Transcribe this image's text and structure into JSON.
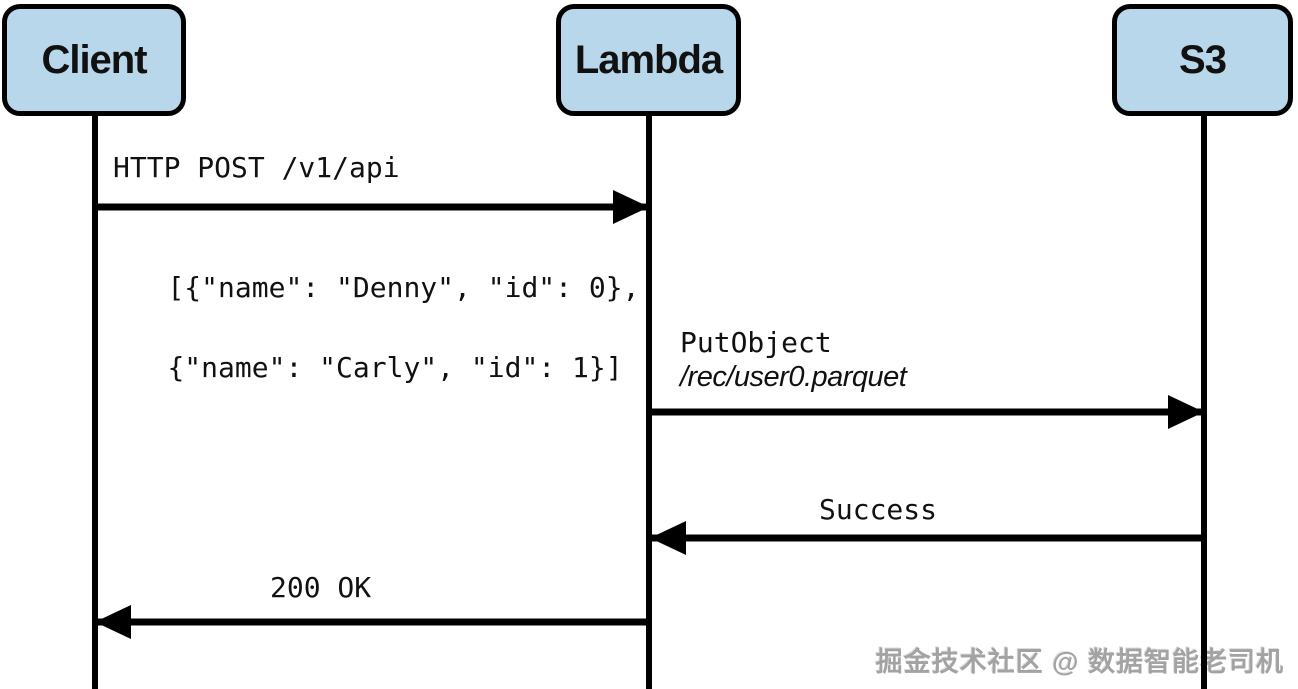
{
  "diagram": {
    "type": "sequence-diagram",
    "actors": [
      {
        "id": "client",
        "label": "Client"
      },
      {
        "id": "lambda",
        "label": "Lambda"
      },
      {
        "id": "s3",
        "label": "S3"
      }
    ],
    "messages": [
      {
        "from": "Client",
        "to": "Lambda",
        "direction": "right",
        "label": "HTTP POST /v1/api",
        "note": [
          "[{\"name\": \"Denny\", \"id\": 0},",
          "{\"name\": \"Carly\", \"id\": 1}]"
        ]
      },
      {
        "from": "Lambda",
        "to": "S3",
        "direction": "right",
        "label": "PutObject",
        "sublabel": "/rec/user0.parquet"
      },
      {
        "from": "S3",
        "to": "Lambda",
        "direction": "left",
        "label": "Success"
      },
      {
        "from": "Lambda",
        "to": "Client",
        "direction": "left",
        "label": "200 OK"
      }
    ],
    "colors": {
      "actor_fill": "#b9d7ea",
      "stroke": "#000000",
      "background": "#ffffff"
    }
  },
  "watermark": {
    "text": "掘金技术社区 @ 数据智能老司机",
    "color": "#a3a3a3"
  }
}
